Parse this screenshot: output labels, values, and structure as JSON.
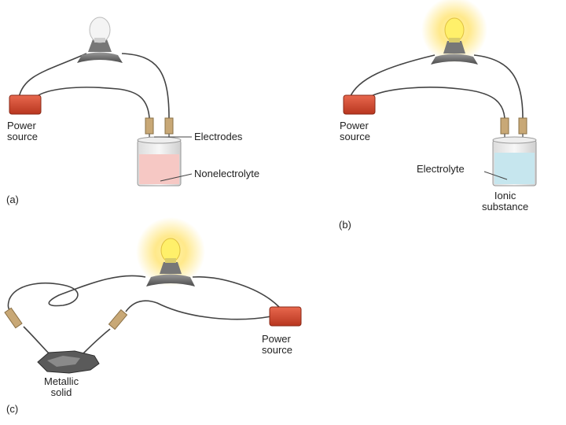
{
  "panels": {
    "a": {
      "letter": "(a)",
      "power_source": [
        "Power",
        "source"
      ],
      "electrodes": "Electrodes",
      "solution": "Nonelectrolyte",
      "bulb_lit": false,
      "solution_color": "#f6c8c4"
    },
    "b": {
      "letter": "(b)",
      "power_source": [
        "Power",
        "source"
      ],
      "solution": "Electrolyte",
      "substance": [
        "Ionic",
        "substance"
      ],
      "bulb_lit": true,
      "solution_color": "#c6e6ee"
    },
    "c": {
      "letter": "(c)",
      "power_source": [
        "Power",
        "source"
      ],
      "solid": [
        "Metallic",
        "solid"
      ],
      "bulb_lit": true
    }
  },
  "colors": {
    "power_source": "#d9472e",
    "glow": "#ffe36e",
    "bulb_lit": "#fff06a",
    "bulb_off": "#f4f4f4",
    "electrode": "#c8a876",
    "metal": "#5a5a5a"
  }
}
